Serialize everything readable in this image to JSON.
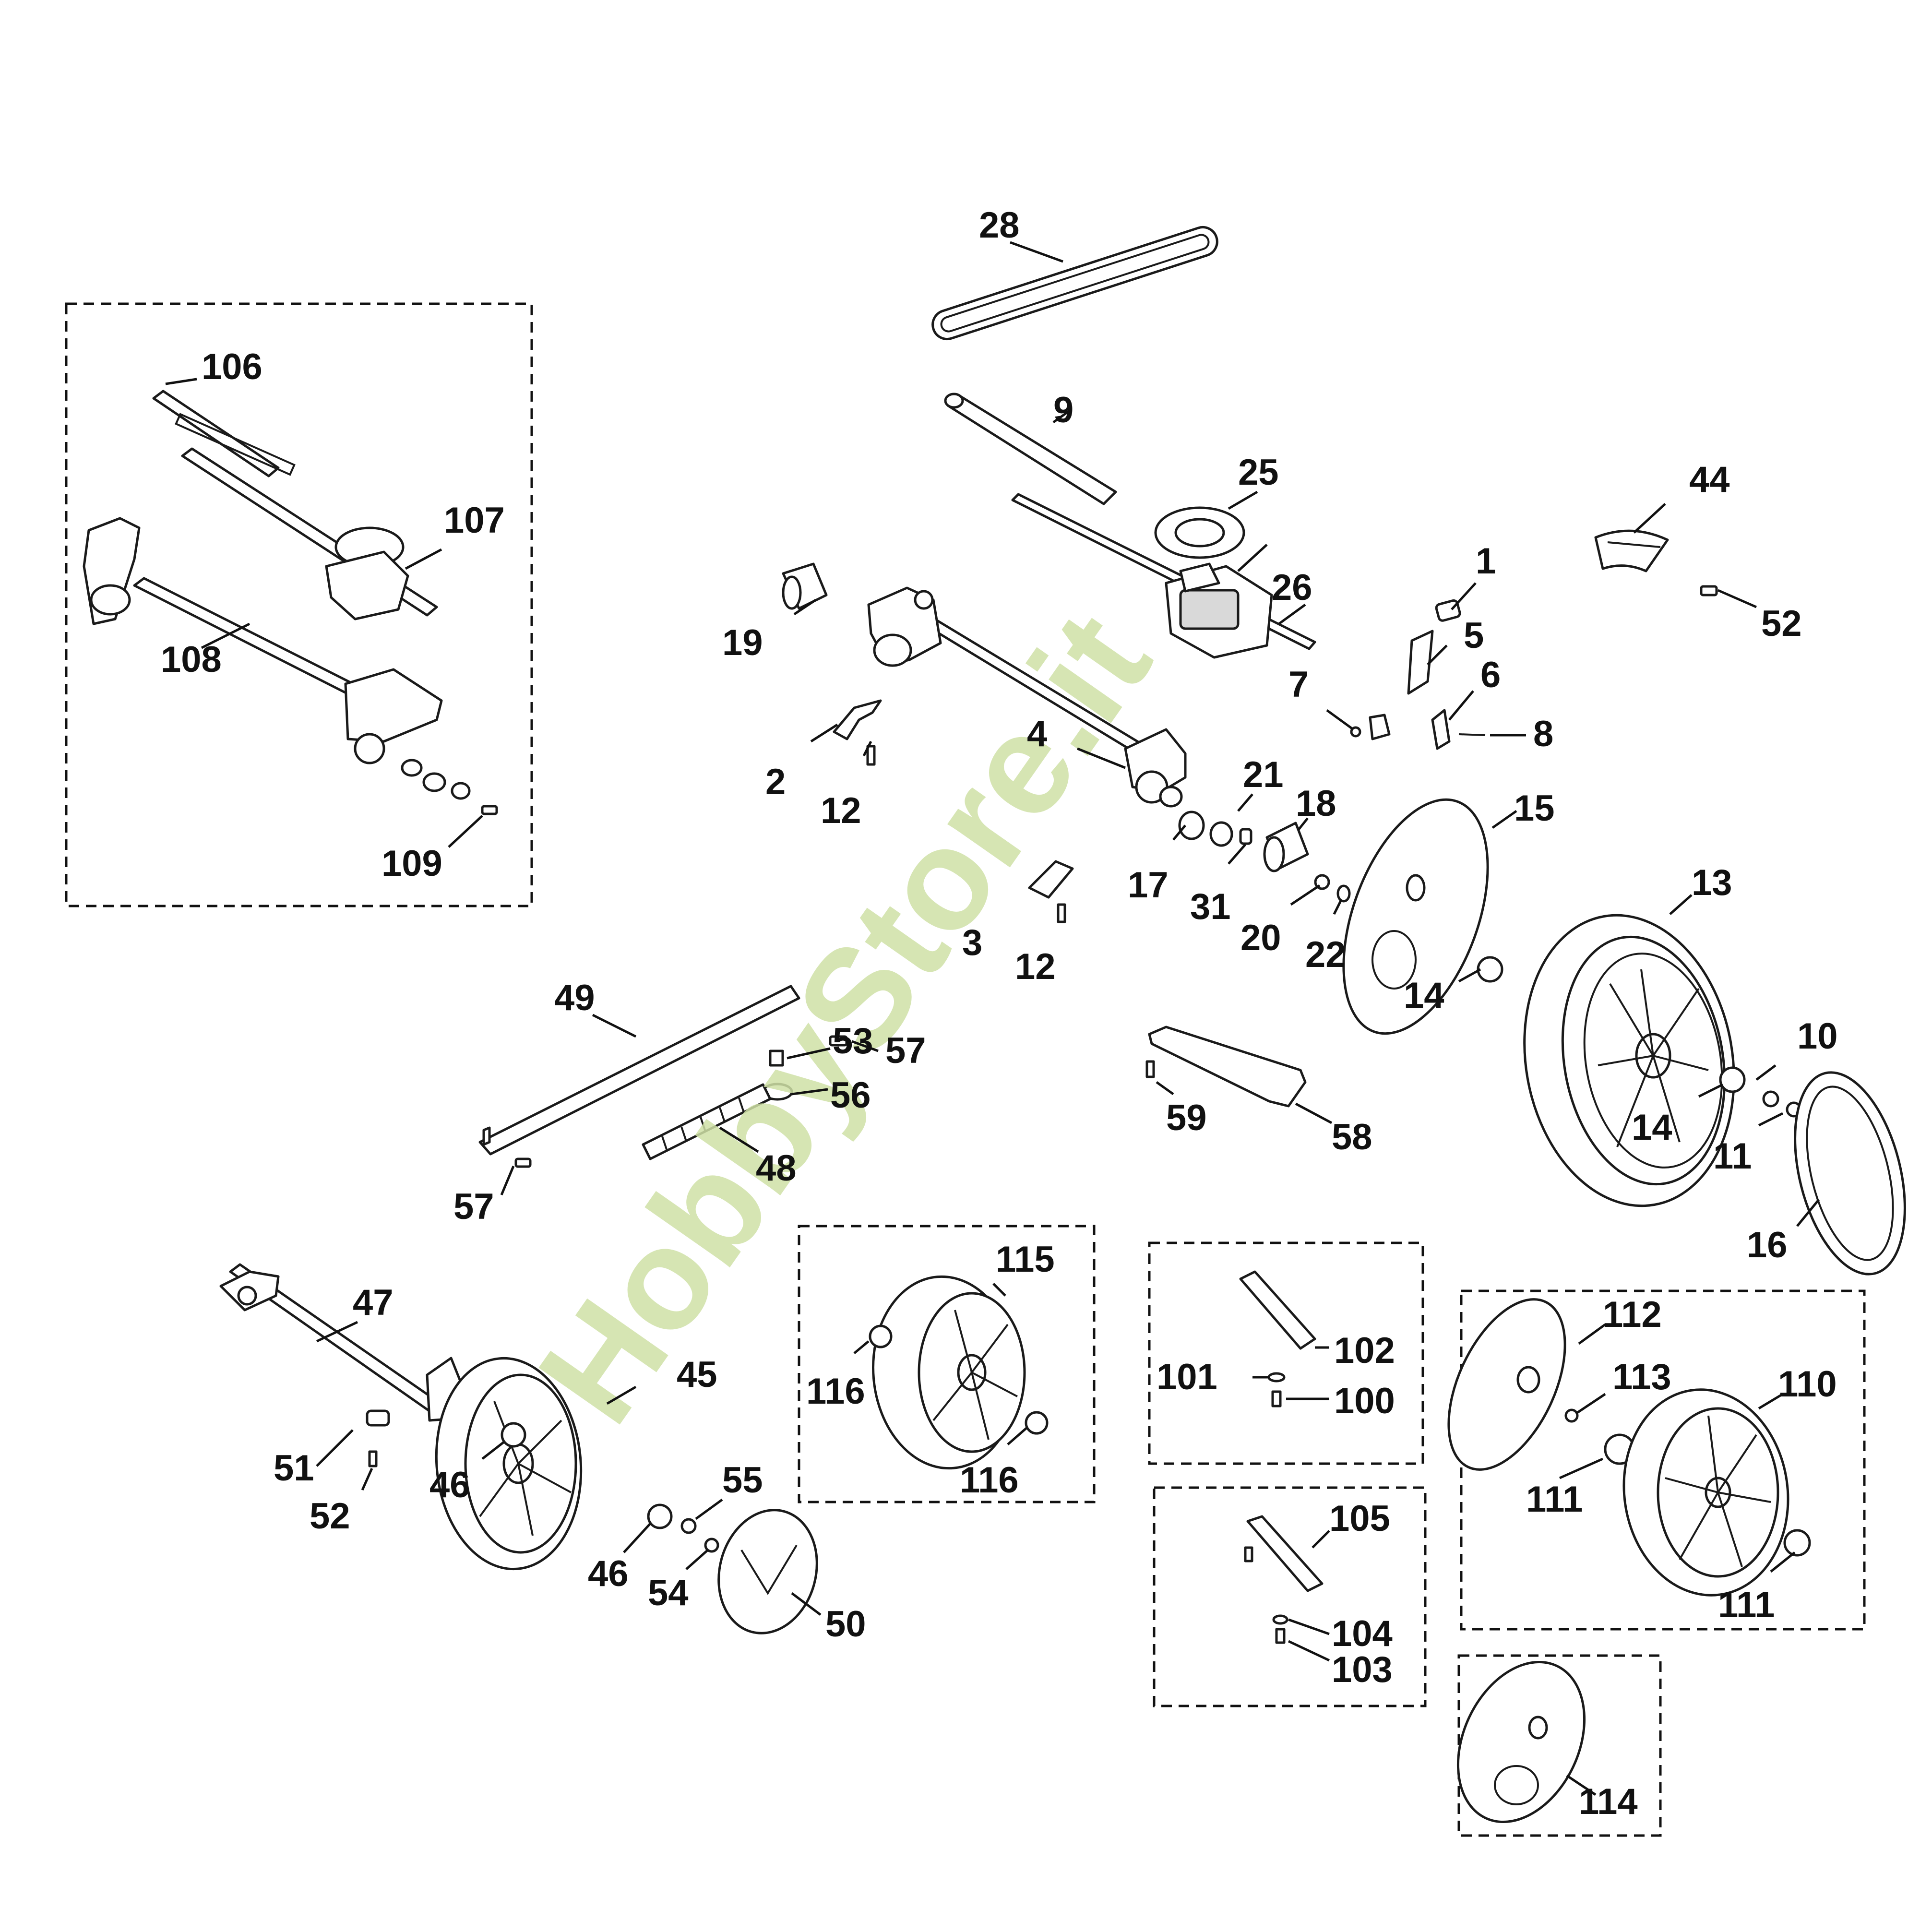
{
  "watermark": "HobbyStore.it",
  "parts": [
    "1",
    "2",
    "3",
    "4",
    "5",
    "6",
    "7",
    "8",
    "9",
    "10",
    "11",
    "12",
    "13",
    "14",
    "15",
    "16",
    "17",
    "18",
    "19",
    "20",
    "21",
    "22",
    "25",
    "26",
    "28",
    "31",
    "44",
    "45",
    "46",
    "47",
    "48",
    "49",
    "50",
    "51",
    "52",
    "53",
    "54",
    "55",
    "56",
    "57",
    "58",
    "59",
    "100",
    "101",
    "102",
    "103",
    "104",
    "105",
    "106",
    "107",
    "108",
    "109",
    "110",
    "111",
    "112",
    "113",
    "114",
    "115",
    "116"
  ],
  "colors": {
    "line": "#1a1a1a",
    "watermark": "#cfe0a6",
    "background": "#ffffff"
  }
}
